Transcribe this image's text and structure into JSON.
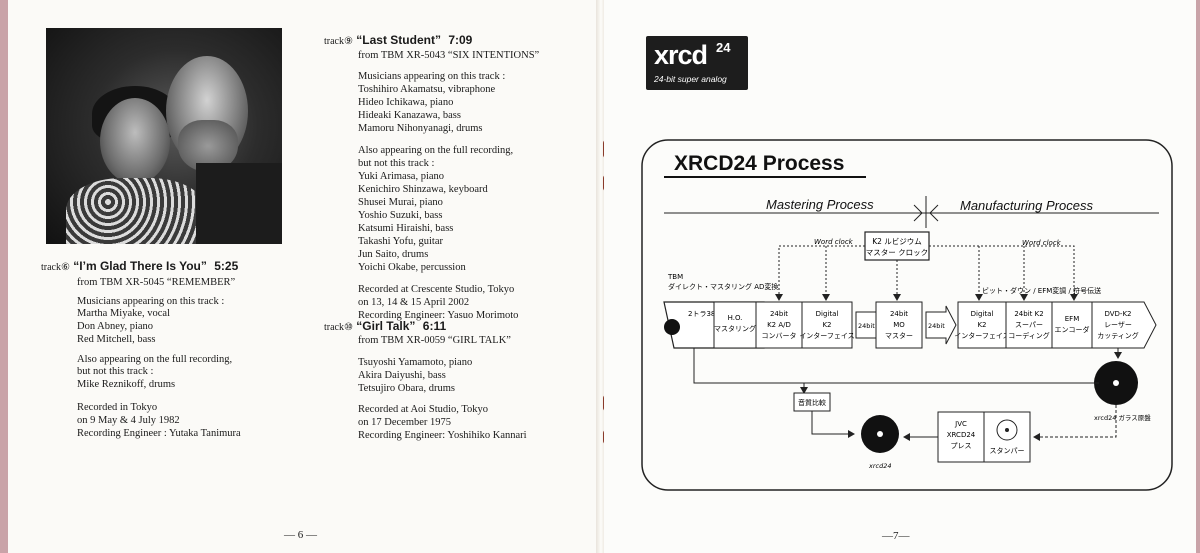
{
  "left": {
    "track6": {
      "prefix": "track⑥",
      "title": "“I’m Glad There Is You”",
      "time": "5:25",
      "source": "from TBM XR-5045 “REMEMBER”",
      "musicians_header": "Musicians appearing on this track :",
      "musicians": [
        "Martha Miyake, vocal",
        "Don Abney, piano",
        "Red Mitchell, bass"
      ],
      "also_header_1": "Also appearing on the full recording,",
      "also_header_2": "but not this track :",
      "also": [
        "Mike Reznikoff, drums"
      ],
      "recorded": [
        "Recorded in Tokyo",
        "on 9 May & 4 July 1982",
        "Recording Engineer : Yutaka Tanimura"
      ]
    },
    "track9": {
      "prefix": "track⑨",
      "title": "“Last Student”",
      "time": "7:09",
      "source": "from TBM XR-5043 “SIX INTENTIONS”",
      "musicians_header": "Musicians appearing on this track :",
      "musicians": [
        "Toshihiro Akamatsu, vibraphone",
        "Hideo Ichikawa, piano",
        "Hideaki Kanazawa, bass",
        "Mamoru Nihonyanagi, drums"
      ],
      "also_header_1": "Also appearing on the full recording,",
      "also_header_2": "but not this track :",
      "also": [
        "Yuki Arimasa, piano",
        "Kenichiro Shinzawa, keyboard",
        "Shusei Murai, piano",
        "Yoshio Suzuki, bass",
        "Katsumi Hiraishi, bass",
        "Takashi Yofu, guitar",
        "Jun Saito, drums",
        "Yoichi Okabe, percussion"
      ],
      "recorded": [
        "Recorded at Crescente Studio, Tokyo",
        "on 13, 14 & 15 April 2002",
        "Recording Engineer: Yasuo Morimoto"
      ]
    },
    "track10": {
      "prefix": "track⑩",
      "title": "“Girl Talk”",
      "time": "6:11",
      "source": "from TBM XR-0059 “GIRL TALK”",
      "musicians": [
        "Tsuyoshi Yamamoto, piano",
        "Akira Daiyushi, bass",
        "Tetsujiro Obara, drums"
      ],
      "recorded": [
        "Recorded at Aoi Studio, Tokyo",
        "on 17 December 1975",
        "Recording Engineer: Yoshihiko Kannari"
      ]
    },
    "page_number": "— 6 —"
  },
  "right": {
    "logo": {
      "word": "xrcd",
      "sup": "24",
      "sub": "24-bit super analog"
    },
    "diagram": {
      "title": "XRCD24 Process",
      "mastering": "Mastering Process",
      "manufacturing": "Manufacturing Process",
      "word_clock_left": "Word clock",
      "word_clock_right": "Word clock",
      "master_clock": [
        "K2 ルビジウム",
        "マスター クロック"
      ],
      "tbm": [
        "TBM",
        "ダイレクト・マスタリング  AD変換"
      ],
      "dither": "ビット・ダウン / EFM変調 / 符号伝送",
      "box_2tr": [
        "2トラ38"
      ],
      "box_ho": [
        "H.O.",
        "マスタリング"
      ],
      "box_k2ad": [
        "24bit",
        "K2 A/D",
        "コンバータ"
      ],
      "box_k2if": [
        "Digital",
        "K2",
        "インターフェイス"
      ],
      "arrow_24bit_1": "24bit",
      "box_mo": [
        "24bit",
        "MO",
        "マスター"
      ],
      "arrow_24bit_2": "24bit",
      "box_k2if2": [
        "Digital",
        "K2",
        "インターフェイス"
      ],
      "box_superc": [
        "24bit K2",
        "スーパー",
        "コーディング"
      ],
      "box_efm": [
        "EFM",
        "エンコーダ"
      ],
      "box_dvd": [
        "DVD-K2",
        "レーザー",
        "カッティング"
      ],
      "compare": "音質比較",
      "glass": "xrcd24 ガラス原盤",
      "jvc": [
        "JVC",
        "XRCD24",
        "プレス"
      ],
      "stamper": "スタンパー",
      "xrcd24": "xrcd24"
    },
    "page_number": "—7—"
  }
}
